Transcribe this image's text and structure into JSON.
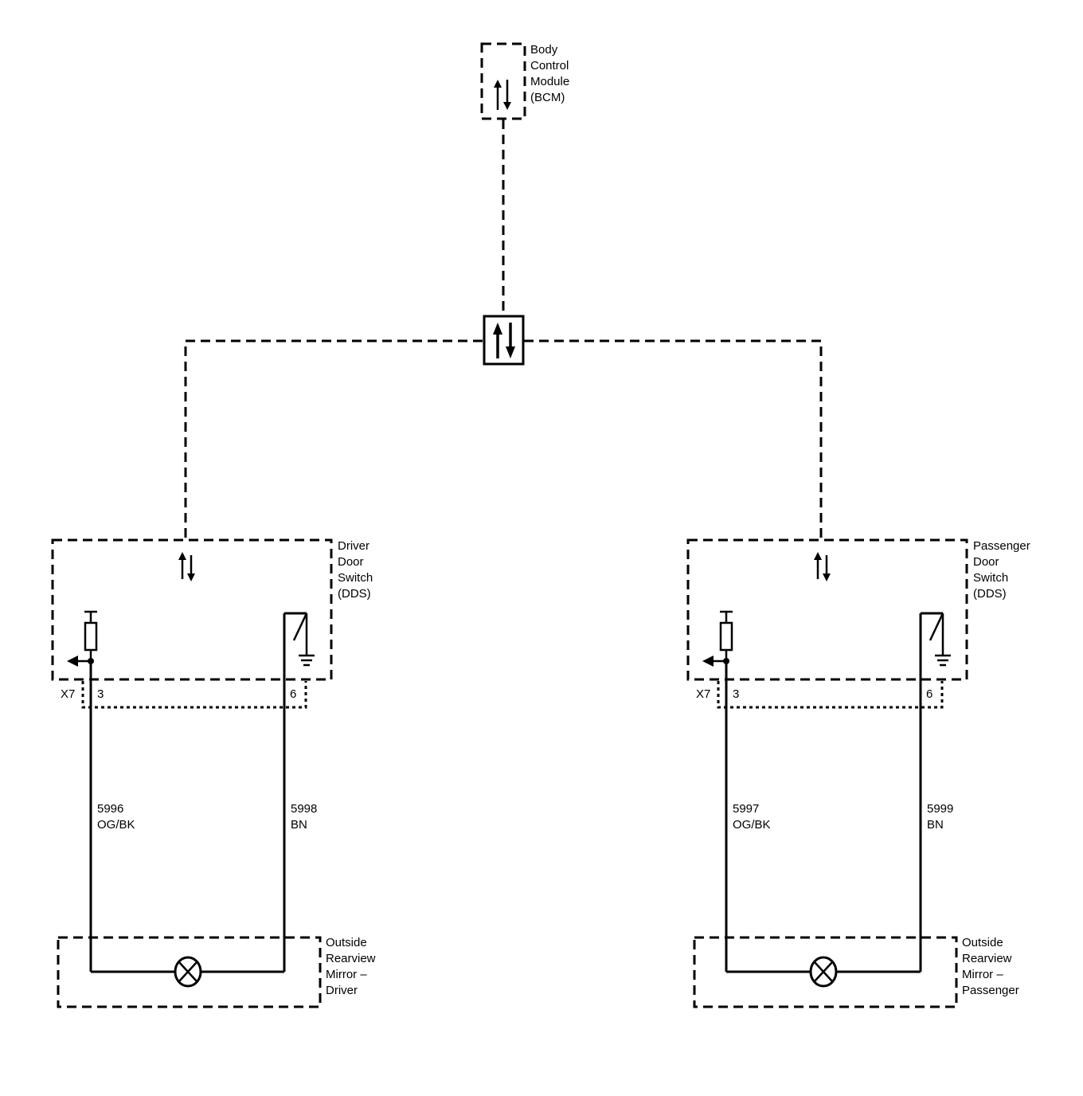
{
  "bcm": {
    "label_lines": [
      "Body",
      "Control",
      "Module",
      "(BCM)"
    ]
  },
  "driver_switch": {
    "label_lines": [
      "Driver",
      "Door",
      "Switch",
      "(DDS)"
    ],
    "connector": "X7",
    "pin_left": "3",
    "pin_right": "6"
  },
  "passenger_switch": {
    "label_lines": [
      "Passenger",
      "Door",
      "Switch",
      "(DDS)"
    ],
    "connector": "X7",
    "pin_left": "3",
    "pin_right": "6"
  },
  "wires": {
    "driver_left": {
      "circuit": "5996",
      "color": "OG/BK"
    },
    "driver_right": {
      "circuit": "5998",
      "color": "BN"
    },
    "passenger_left": {
      "circuit": "5997",
      "color": "OG/BK"
    },
    "passenger_right": {
      "circuit": "5999",
      "color": "BN"
    }
  },
  "driver_mirror": {
    "label_lines": [
      "Outside",
      "Rearview",
      "Mirror –",
      "Driver"
    ]
  },
  "passenger_mirror": {
    "label_lines": [
      "Outside",
      "Rearview",
      "Mirror –",
      "Passenger"
    ]
  },
  "icons": [
    "bidirectional-arrow-icon",
    "resistor-icon",
    "ground-icon",
    "switch-icon",
    "lamp-icon",
    "output-arrow-icon"
  ]
}
